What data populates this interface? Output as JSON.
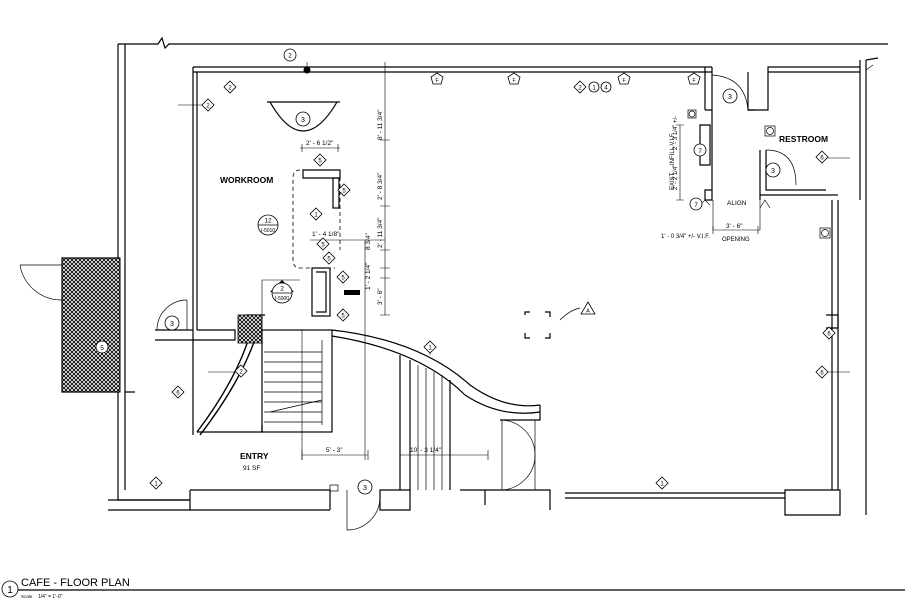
{
  "rooms": {
    "workroom": "WORKROOM",
    "restroom": "RESTROOM",
    "entry": "ENTRY",
    "entry_area": "91 SF"
  },
  "dimensions": {
    "d1": "8' - 11 3/4\"",
    "d2": "2' - 6 1/2\"",
    "d3": "2' - 8 3/4\"",
    "d4": "2' - 11 3/4\"",
    "d5": "1' - 4 1/8\"",
    "d6": "8 3/4\"",
    "d7": "1' - 2 1/4\"",
    "d8": "3' - 6\"",
    "d9": "5' - 3\"",
    "d10": "10' - 3 1/4\"",
    "d11": "3' - 6\"",
    "d12": "1' - 0 3/4\" +/- V.I.F.",
    "d13": "2' - 2 1/4\"",
    "d14": "2' - 3 1/4\" +/-",
    "note_opening": "OPENING",
    "note_align": "ALIGN",
    "note_infill": "INFILL V.I.F.",
    "note_exist": "EXIST."
  },
  "tags": {
    "t2": "2",
    "t3": "3",
    "t4": "4",
    "t1": "1",
    "t5": "5",
    "t6": "6",
    "t7": "7",
    "tF": "F",
    "tA": "A"
  },
  "section_ref": {
    "num": "12",
    "sheet": "I-5010"
  },
  "elev_ref": {
    "num": "2",
    "sheet": "I-5000"
  },
  "title_block": {
    "number": "1",
    "title": "CAFE - FLOOR PLAN",
    "scale_label": "Scale",
    "scale_value": "1/4\" = 1'-0\""
  }
}
